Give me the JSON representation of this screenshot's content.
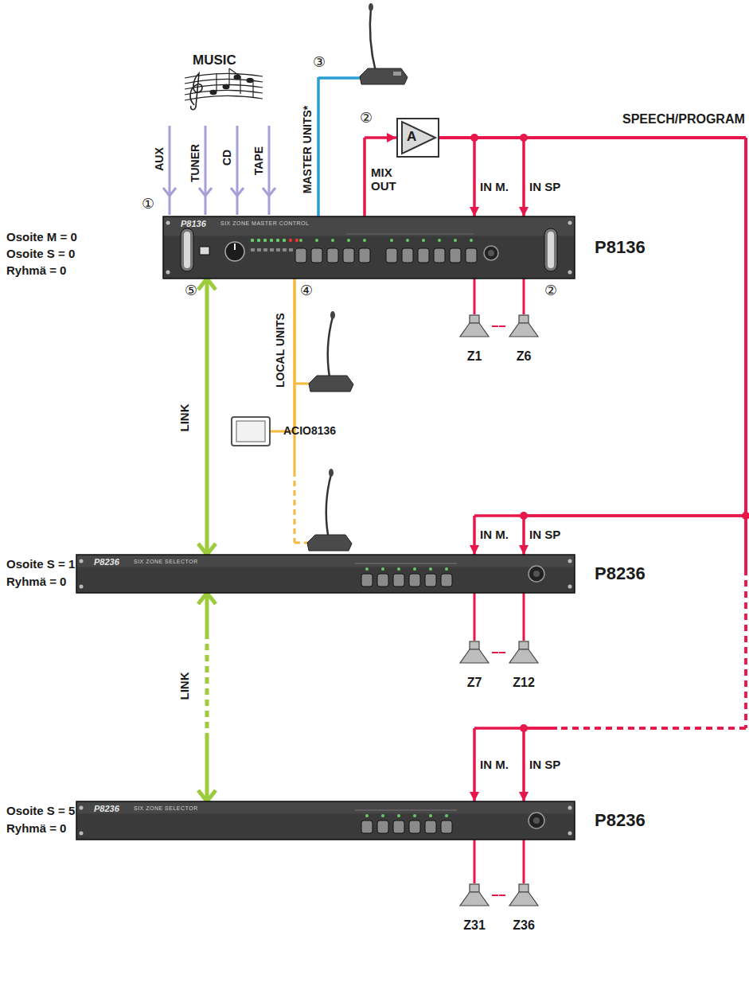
{
  "diagram": {
    "nodes": [
      {
        "text": [
          "P8136",
          "SIX ZONE MASTER CONTROL",
          "P8136"
        ]
      },
      {
        "text": [
          "P8236",
          "SIX ZONE SELECTOR",
          "P8236"
        ]
      },
      {
        "text": [
          "P8236",
          "SIX ZONE SELECTOR",
          "P8236"
        ]
      },
      {
        "text": [
          "A"
        ]
      },
      {
        "text": [
          "ACIO8136"
        ]
      },
      {
        "text": [
          "Z1"
        ]
      },
      {
        "text": [
          "Z6"
        ]
      },
      {
        "text": [
          "Z7"
        ]
      },
      {
        "text": [
          "Z12"
        ]
      },
      {
        "text": [
          "Z31"
        ]
      },
      {
        "text": [
          "Z36"
        ]
      }
    ],
    "edges": [
      {
        "from": 0,
        "to": 1,
        "arrow": "both",
        "label": "LINK"
      },
      {
        "from": 1,
        "to": 2,
        "arrow": "both",
        "label": "LINK"
      },
      {
        "from": 0,
        "to": 3,
        "arrow": "to",
        "label": "MIX OUT"
      },
      {
        "from": 3,
        "to": 0,
        "arrow": "to",
        "label": "IN M."
      },
      {
        "from": 3,
        "to": 0,
        "arrow": "to",
        "label": "IN SP"
      },
      {
        "from": 3,
        "to": 1,
        "arrow": "to",
        "label": "IN M."
      },
      {
        "from": 3,
        "to": 1,
        "arrow": "to",
        "label": "IN SP"
      },
      {
        "from": 3,
        "to": 2,
        "arrow": "to",
        "label": "IN M."
      },
      {
        "from": 3,
        "to": 2,
        "arrow": "to",
        "label": "IN SP"
      },
      {
        "from": 0,
        "to": 4,
        "arrow": "none"
      },
      {
        "from": 0,
        "to": 5,
        "arrow": "none"
      },
      {
        "from": 0,
        "to": 6,
        "arrow": "none"
      },
      {
        "from": 5,
        "to": 6,
        "arrow": "none"
      },
      {
        "from": 1,
        "to": 7,
        "arrow": "none"
      },
      {
        "from": 1,
        "to": 8,
        "arrow": "none"
      },
      {
        "from": 7,
        "to": 8,
        "arrow": "none"
      },
      {
        "from": 2,
        "to": 9,
        "arrow": "none"
      },
      {
        "from": 2,
        "to": 10,
        "arrow": "none"
      },
      {
        "from": 9,
        "to": 10,
        "arrow": "none"
      }
    ],
    "labels": [
      "MUSIC",
      "AUX",
      "TUNER",
      "CD",
      "TAPE",
      "MASTER UNITS*",
      "SPEECH/PROGRAM",
      "LOCAL UNITS",
      "①",
      "②",
      "③",
      "②",
      "④",
      "⑤",
      "Osoite M = 0",
      "Osoite S = 0",
      "Ryhmä = 0",
      "Osoite S = 1",
      "Ryhmä = 0",
      "Osoite S = 5",
      "Ryhmä = 0"
    ]
  }
}
